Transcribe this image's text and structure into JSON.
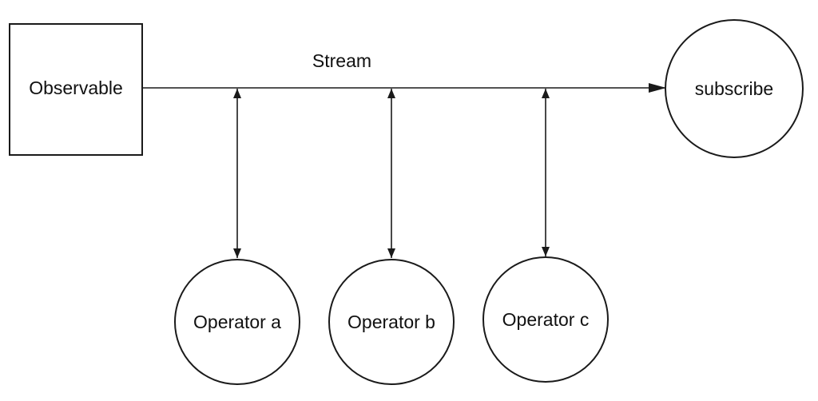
{
  "diagram": {
    "stream_label": "Stream",
    "source": {
      "label": "Observable"
    },
    "sink": {
      "label": "subscribe"
    },
    "operators": [
      {
        "label": "Operator a"
      },
      {
        "label": "Operator b"
      },
      {
        "label": "Operator c"
      }
    ],
    "colors": {
      "stroke": "#1a1a1a",
      "text": "#111111",
      "background": "#ffffff"
    }
  }
}
